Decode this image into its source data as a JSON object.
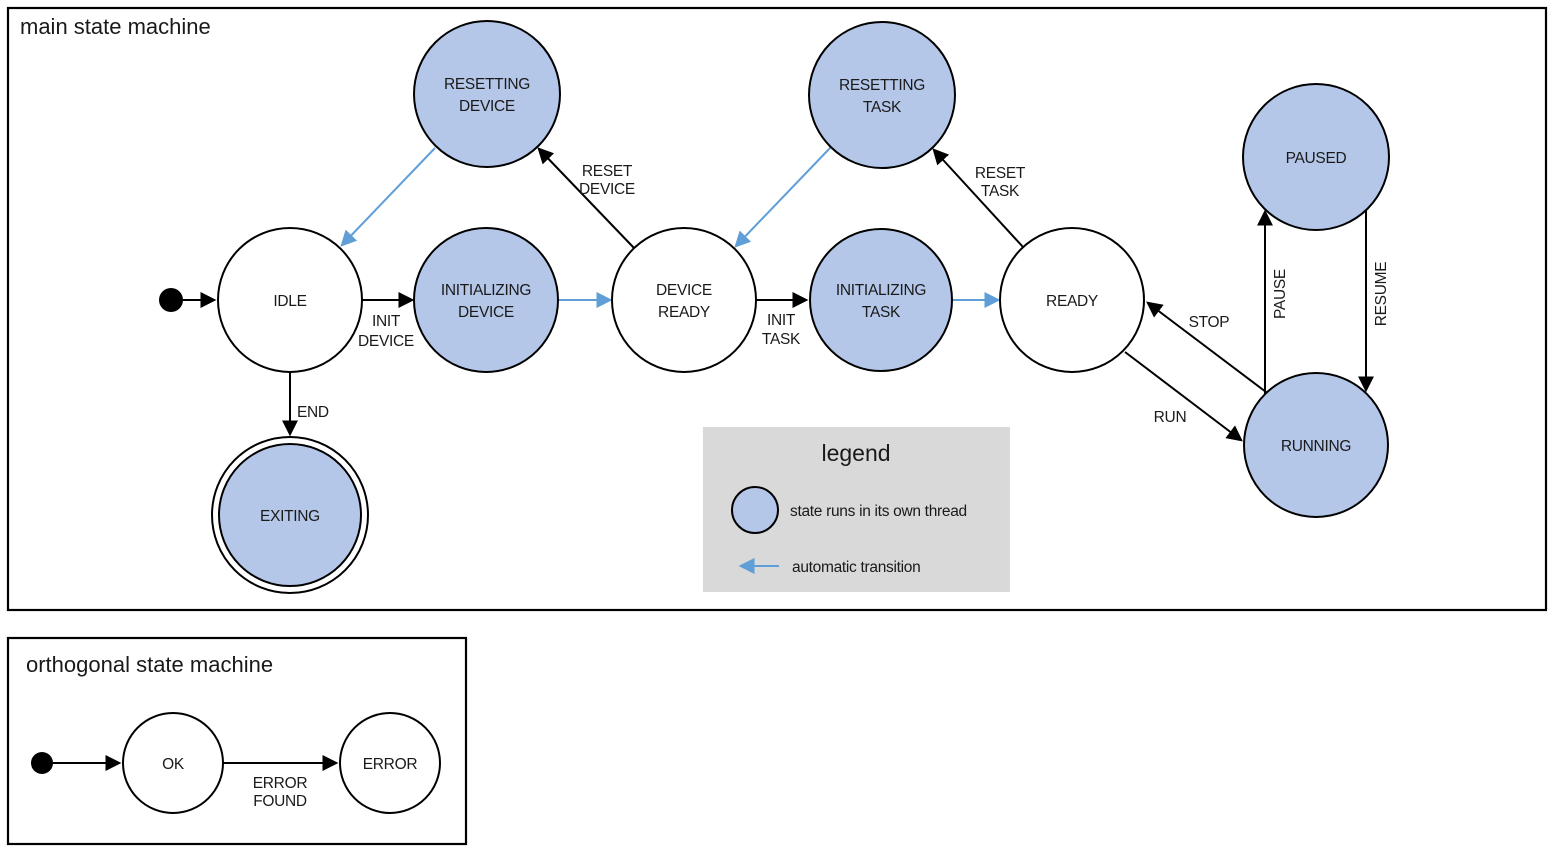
{
  "colors": {
    "threaded_state_fill": "#b5c7e8",
    "auto_transition_arrow": "#5f9ed7",
    "legend_background": "#d9d9d9",
    "outline": "#000000"
  },
  "main_machine": {
    "title": "main state machine",
    "states": {
      "idle": {
        "label": "IDLE"
      },
      "resetting_device": {
        "line1": "RESETTING",
        "line2": "DEVICE"
      },
      "initializing_device": {
        "line1": "INITIALIZING",
        "line2": "DEVICE"
      },
      "device_ready": {
        "line1": "DEVICE",
        "line2": "READY"
      },
      "resetting_task": {
        "line1": "RESETTING",
        "line2": "TASK"
      },
      "initializing_task": {
        "line1": "INITIALIZING",
        "line2": "TASK"
      },
      "ready": {
        "label": "READY"
      },
      "paused": {
        "label": "PAUSED"
      },
      "running": {
        "label": "RUNNING"
      },
      "exiting": {
        "label": "EXITING"
      }
    },
    "transitions": {
      "init_device": {
        "line1": "INIT",
        "line2": "DEVICE"
      },
      "reset_device": {
        "line1": "RESET",
        "line2": "DEVICE"
      },
      "init_task": {
        "line1": "INIT",
        "line2": "TASK"
      },
      "reset_task": {
        "line1": "RESET",
        "line2": "TASK"
      },
      "run": {
        "label": "RUN"
      },
      "stop": {
        "label": "STOP"
      },
      "pause": {
        "label": "PAUSE"
      },
      "resume": {
        "label": "RESUME"
      },
      "end": {
        "label": "END"
      }
    }
  },
  "legend": {
    "title": "legend",
    "thread_item": "state runs in its own thread",
    "auto_item": "automatic transition"
  },
  "orthogonal_machine": {
    "title": "orthogonal state machine",
    "states": {
      "ok": {
        "label": "OK"
      },
      "error": {
        "label": "ERROR"
      }
    },
    "transitions": {
      "error_found": {
        "line1": "ERROR",
        "line2": "FOUND"
      }
    }
  }
}
